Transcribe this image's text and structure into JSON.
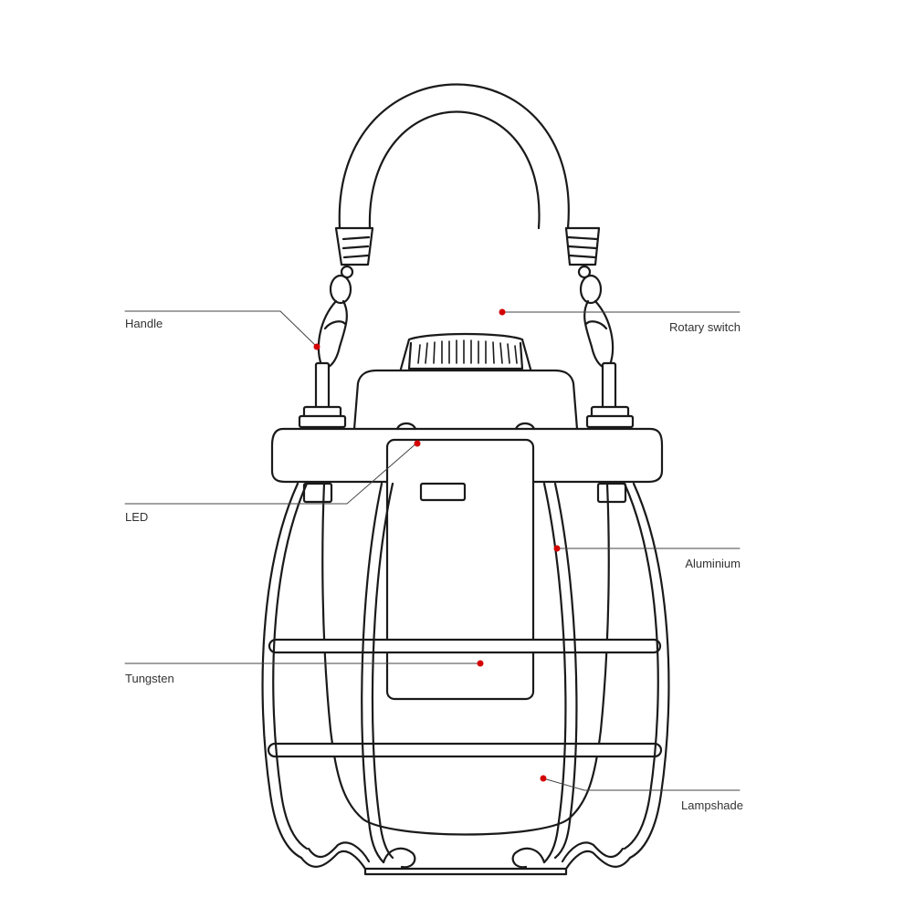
{
  "labels": {
    "handle": "Handle",
    "rotary_switch": "Rotary switch",
    "led": "LED",
    "aluminium": "Aluminium",
    "tungsten": "Tungsten",
    "lampshade": "Lampshade"
  },
  "colors": {
    "outline": "#1a1a1a",
    "leader_line": "#444444",
    "marker_dot": "#d40000",
    "background": "#ffffff"
  }
}
